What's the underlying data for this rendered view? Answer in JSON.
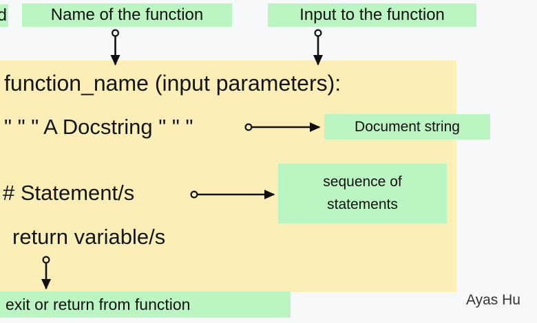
{
  "diagram": {
    "title": "Python function definition anatomy",
    "colors": {
      "code_block_background": "#fbeeb7",
      "label_highlight": "#baf5c2",
      "page_background": "#f7f8fa",
      "text": "#141414"
    },
    "code_lines": [
      {
        "id": "def",
        "text": "function_name (input parameters):"
      },
      {
        "id": "docstring",
        "text": "\" \" \" A Docstring \" \" \""
      },
      {
        "id": "statement",
        "text": "# Statement/s"
      },
      {
        "id": "return",
        "text": "return   variable/s"
      }
    ],
    "labels": [
      {
        "id": "clipped-left",
        "text": "d"
      },
      {
        "id": "name-of-function",
        "text": "Name of the function"
      },
      {
        "id": "input-to-function",
        "text": "Input to the function"
      },
      {
        "id": "document-string",
        "text": "Document string"
      },
      {
        "id": "sequence-of-statements-line1",
        "text": "sequence of"
      },
      {
        "id": "sequence-of-statements-line2",
        "text": "statements"
      },
      {
        "id": "exit-or-return",
        "text": "exit or return from function"
      }
    ],
    "watermark": "Ayas Hu"
  }
}
